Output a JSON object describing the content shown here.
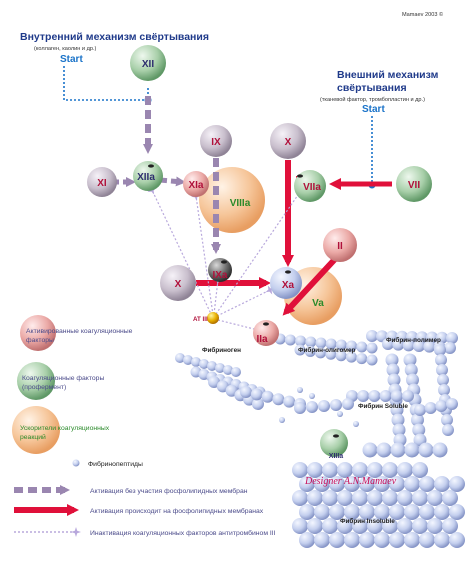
{
  "copyright": "Mamaev 2003 ©",
  "intrinsic": {
    "title_line1": "Внутренний механизм свёртывания",
    "subtitle": "(коллаген, каолин и др.)",
    "start": "Start"
  },
  "extrinsic": {
    "title_line1": "Внешний механизм",
    "title_line2": "свёртывания",
    "subtitle": "(тканевой фактор, тромбопластин и др.)",
    "start": "Start"
  },
  "factors": {
    "XII": "XII",
    "XI": "XI",
    "XIIa": "XIIa",
    "XIa": "XIa",
    "IX": "IX",
    "IXa": "IXa",
    "VIIIa": "VIIIa",
    "X_ext": "X",
    "VII": "VII",
    "VIIa": "VIIa",
    "II": "II",
    "X_int": "X",
    "Xa": "Xa",
    "Va": "Va",
    "IIa": "IIa",
    "AT3": "AT III",
    "XIIIa": "XIIIa"
  },
  "fibrin_labels": {
    "fibrinogen": "Фибриноген",
    "oligomer": "Фибрин-олигомер",
    "polymer": "Фибрин-полимер",
    "soluble": "Фибрин Soluble",
    "insoluble": "Фибрин Insoluble"
  },
  "legend": {
    "activated_line1": "Активированные коагуляционные",
    "activated_line2": "факторы",
    "proenzymes_line1": "Коагуляционные факторы",
    "proenzymes_line2": "(профермент)",
    "accelerators_line1": "Ускорители коагуляционных",
    "accelerators_line2": "реакций",
    "fibrinopeptides": "Фибринопептиды",
    "arrow_no_phospholipid": "Активация без участия фосфолипидных мембран",
    "arrow_phospholipid": "Активация происходит на фосфолипидных мембранах",
    "arrow_inactivation": "Инактивация коагуляционных факторов антитромбином III"
  },
  "designer": "Designer A.N.Mamaev",
  "colors": {
    "header_blue": "#1f3a8a",
    "start_blue": "#1a73c9",
    "dashed_arrow": "#9a86b0",
    "red_arrow": "#e0103a",
    "accelerator_green": "#2a8a2a",
    "proenzyme_lilac": "#d4ccd8"
  }
}
